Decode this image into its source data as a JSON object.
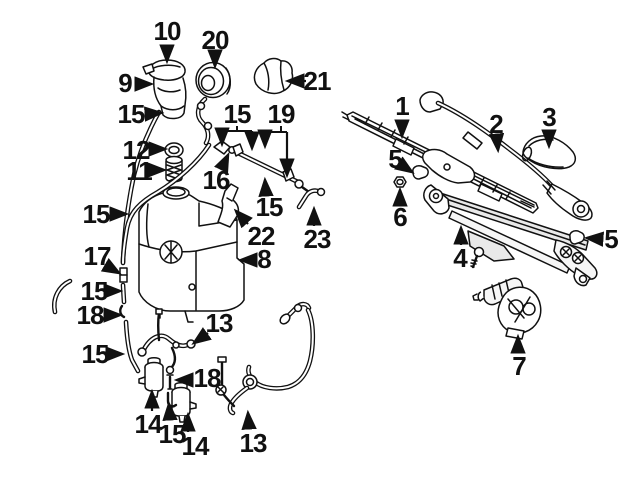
{
  "diagram": {
    "type": "exploded-parts-diagram",
    "subject": "windshield wiper and washer components",
    "colors": {
      "background": "#ffffff",
      "line": "#111111",
      "label": "#111111"
    },
    "callouts": [
      {
        "id": "cap",
        "text": "10"
      },
      {
        "id": "grommet",
        "text": "20"
      },
      {
        "id": "filler-neck",
        "text": "9"
      },
      {
        "id": "cover",
        "text": "21"
      },
      {
        "id": "hose-neck",
        "text": "15"
      },
      {
        "id": "seal-ring",
        "text": "12"
      },
      {
        "id": "strainer",
        "text": "11"
      },
      {
        "id": "hose-bracketed",
        "text": "15"
      },
      {
        "id": "connector-19",
        "text": "19"
      },
      {
        "id": "check-valve",
        "text": "16"
      },
      {
        "id": "hose-mid",
        "text": "15"
      },
      {
        "id": "bracket",
        "text": "22"
      },
      {
        "id": "elbow-hose",
        "text": "23"
      },
      {
        "id": "hose-left",
        "text": "15"
      },
      {
        "id": "reservoir",
        "text": "8"
      },
      {
        "id": "clamp",
        "text": "17"
      },
      {
        "id": "hose-seg1",
        "text": "15"
      },
      {
        "id": "clip-18a",
        "text": "18"
      },
      {
        "id": "hose-seg2",
        "text": "15"
      },
      {
        "id": "hose-13a",
        "text": "13"
      },
      {
        "id": "pin-18b",
        "text": "18"
      },
      {
        "id": "pump-a",
        "text": "14"
      },
      {
        "id": "hose-15g",
        "text": "15"
      },
      {
        "id": "pump-b",
        "text": "14"
      },
      {
        "id": "hose-13b",
        "text": "13"
      },
      {
        "id": "wiper-blade",
        "text": "1"
      },
      {
        "id": "wiper-arm",
        "text": "2"
      },
      {
        "id": "arm-cover",
        "text": "3"
      },
      {
        "id": "clip-5a",
        "text": "5"
      },
      {
        "id": "nut",
        "text": "6"
      },
      {
        "id": "linkage",
        "text": "4"
      },
      {
        "id": "clip-5b",
        "text": "5"
      },
      {
        "id": "motor",
        "text": "7"
      }
    ]
  }
}
